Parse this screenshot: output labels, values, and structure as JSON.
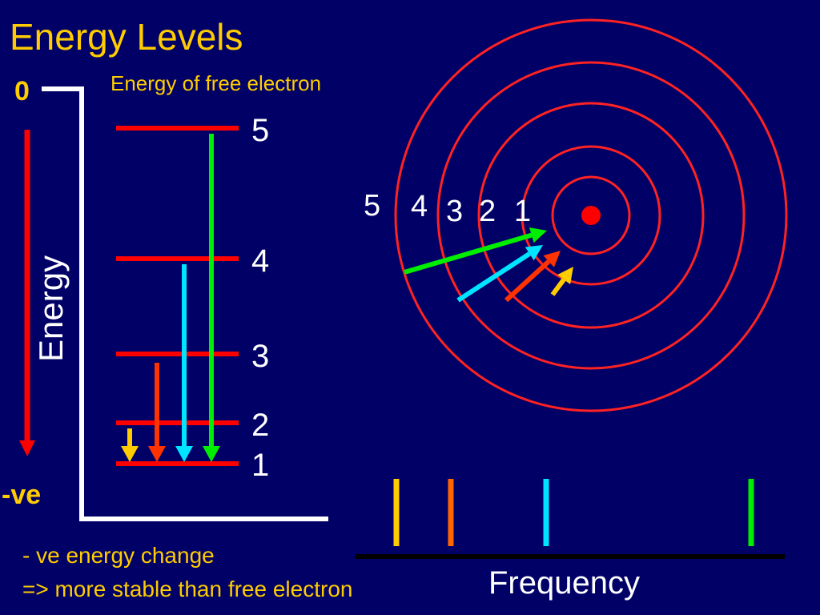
{
  "title": "Energy Levels",
  "energy_axis": {
    "top_label": "0",
    "bottom_label": "-ve",
    "label": "Energy",
    "free_electron_label": "Energy of free electron"
  },
  "levels": [
    {
      "n": "1"
    },
    {
      "n": "2"
    },
    {
      "n": "3"
    },
    {
      "n": "4"
    },
    {
      "n": "5"
    }
  ],
  "transitions": [
    {
      "from": 2,
      "to": 1,
      "color": "#ffcc00"
    },
    {
      "from": 3,
      "to": 1,
      "color": "#ff3300"
    },
    {
      "from": 4,
      "to": 1,
      "color": "#00e5ff"
    },
    {
      "from": 5,
      "to": 1,
      "color": "#00ee00"
    }
  ],
  "orbits": {
    "labels": [
      "1",
      "2",
      "3",
      "4",
      "5"
    ],
    "ring_color": "#ff2222",
    "nucleus_color": "#ff0000"
  },
  "spectrum": {
    "label": "Frequency",
    "line_colors": [
      "#ffcc00",
      "#ff6600",
      "#00e5ff",
      "#00ee00"
    ]
  },
  "notes": {
    "line1": "- ve energy change",
    "line2": "=> more stable than free electron"
  },
  "colors": {
    "background": "#000066",
    "heading": "#ffcc00",
    "energy_arrow": "#ff0000",
    "level_line": "#ff0000",
    "axis": "#ffffff"
  }
}
